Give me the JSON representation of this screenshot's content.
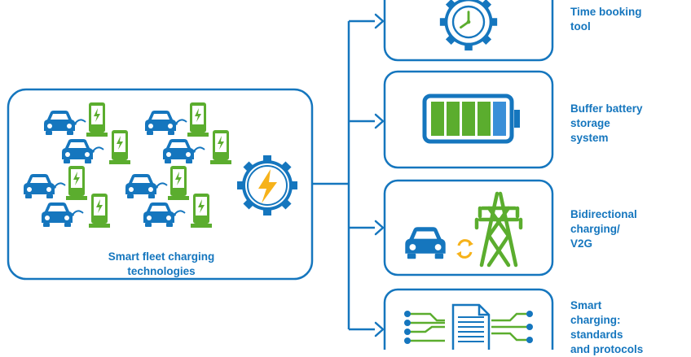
{
  "colors": {
    "blue": "#1576BE",
    "green": "#5BAD2E",
    "battery_blue": "#3A8FD8",
    "bolt": "#F6B21A"
  },
  "source": {
    "label_line1": "Smart fleet charging",
    "label_line2": "technologies",
    "icons": [
      "car-icon",
      "charging-station-icon",
      "lightning-gear-icon"
    ]
  },
  "targets": [
    {
      "id": "time-booking",
      "icon": "clock-gear-icon",
      "line1": "Time booking",
      "line2": "tool",
      "line3": "",
      "line4": ""
    },
    {
      "id": "buffer-battery",
      "icon": "battery-icon",
      "line1": "Buffer battery",
      "line2": "storage",
      "line3": "system",
      "line4": ""
    },
    {
      "id": "bidirectional",
      "icon": "car-to-grid-icon",
      "line1": "Bidirectional",
      "line2": "charging/",
      "line3": "V2G",
      "line4": ""
    },
    {
      "id": "smart-charging",
      "icon": "document-protocol-icon",
      "line1": "Smart",
      "line2": "charging:",
      "line3": "standards",
      "line4": "and protocols"
    }
  ]
}
